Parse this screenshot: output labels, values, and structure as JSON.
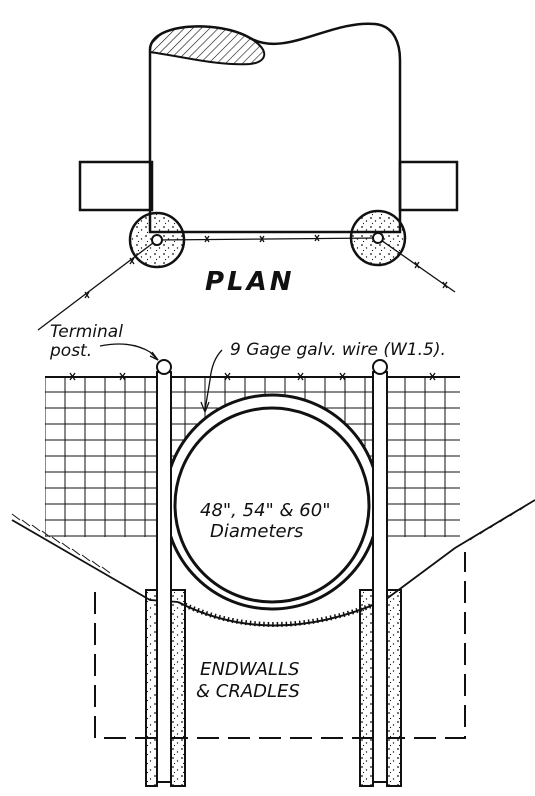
{
  "plan_label": "PLAN",
  "terminal_post_label": [
    "Terminal",
    "post."
  ],
  "wire_label": "9 Gage galv. wire (W1.5).",
  "diameter_label": [
    "48\", 54\" & 60\"",
    "Diameters"
  ],
  "endwall_label": [
    "ENDWALLS",
    "& CRADLES"
  ],
  "colors": {
    "ink": "#111111",
    "paper": "#ffffff"
  }
}
